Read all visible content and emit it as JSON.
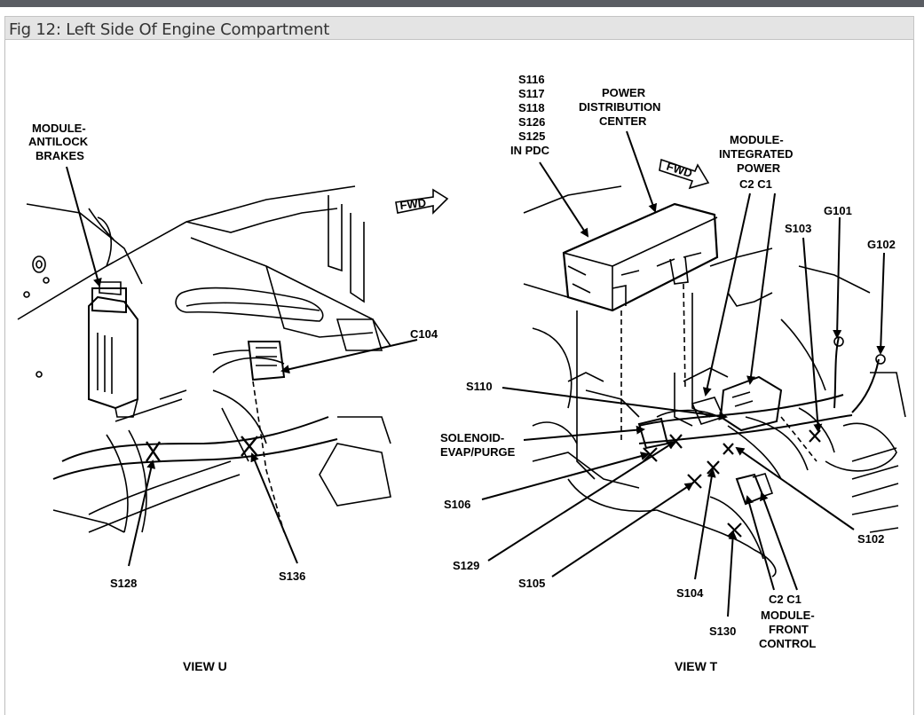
{
  "header": {
    "title": "Fig 12: Left Side Of Engine Compartment"
  },
  "views": {
    "left": "VIEW U",
    "right": "VIEW T"
  },
  "labels": {
    "module_antilock_1": "MODULE-",
    "module_antilock_2": "ANTILOCK",
    "module_antilock_3": "BRAKES",
    "c104": "C104",
    "s128_left": "S128",
    "s136": "S136",
    "pdc_s116": "S116",
    "pdc_s117": "S117",
    "pdc_s118": "S118",
    "pdc_s126": "S126",
    "pdc_s125": "S125",
    "pdc_in": "IN PDC",
    "pdc_1": "POWER",
    "pdc_2": "DISTRIBUTION",
    "pdc_3": "CENTER",
    "mip_1": "MODULE-",
    "mip_2": "INTEGRATED",
    "mip_3": "POWER",
    "mip_c2c1": "C2  C1",
    "g101": "G101",
    "g102": "G102",
    "s103": "S103",
    "s110": "S110",
    "solenoid_1": "SOLENOID-",
    "solenoid_2": "EVAP/PURGE",
    "s106": "S106",
    "s129": "S129",
    "s105": "S105",
    "s104": "S104",
    "s130": "S130",
    "s102": "S102",
    "mfc_c2c1": "C2  C1",
    "mfc_1": "MODULE-",
    "mfc_2": "FRONT",
    "mfc_3": "CONTROL",
    "fwd_left": "FWD",
    "fwd_right": "FWD"
  }
}
